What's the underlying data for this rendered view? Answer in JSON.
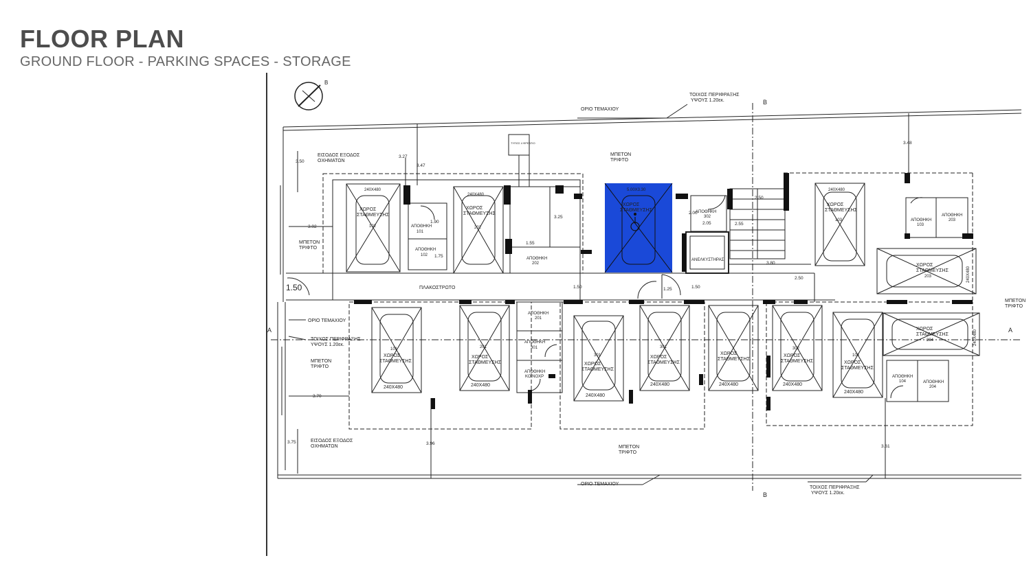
{
  "header": {
    "title": "FLOOR PLAN",
    "subtitle": "GROUND FLOOR - PARKING SPACES - STORAGE"
  },
  "colors": {
    "highlight": "#1a49d8",
    "line": "#222222",
    "title": "#4d4d4d"
  },
  "plan": {
    "labels": {
      "boundary_top": "ΟΡΙΟ ΤΕΜΑΧΙΟΥ",
      "boundary_left": "ΟΡΙΟ ΤΕΜΑΧΙΟΥ",
      "boundary_bottom": "ΟΡΙΟ ΤΕΜΑΧΙΟΥ",
      "wall_top_1": "ΤΟΙΧΟΣ ΠΕΡΙΦΡΑΞΗΣ",
      "wall_top_2": "ΥΨΟΥΣ 1.20εκ.",
      "wall_left_1": "ΤΟΙΧΟΣ ΠΕΡΙΦΡΑΞΗΣ",
      "wall_left_2": "ΥΨΟΥΣ 1.20εκ.",
      "wall_bottom_1": "ΤΟΙΧΟΣ ΠΕΡΙΦΡΑΞΗΣ",
      "wall_bottom_2": "ΥΨΟΥΣ 1.20εκ.",
      "entrance_top_1": "ΕΙΣΟΔΟΣ ΕΞΟΔΟΣ",
      "entrance_top_2": "ΟΧΗΜΑΤΩΝ",
      "entrance_bottom_1": "ΕΙΣΟΔΟΣ ΕΞΟΔΟΣ",
      "entrance_bottom_2": "ΟΧΗΜΑΤΩΝ",
      "concrete_1": "ΜΠΕΤΟΝ",
      "concrete_2": "ΤΡΙΦΤΟ",
      "paving": "ΠΛΑΚΟΣΤΡΩΤΟ",
      "lift": "ΑΝΕΛΚΥΣΤΗΡΑΣ",
      "section_a": "A",
      "section_b": "B",
      "north": "B",
      "bin": "ΤΥΠΟΣ 4 ΦΡΕΑΤΙΟ",
      "size_label": "240X480",
      "size_label_rot": "240X480",
      "disabled_size": "5.00X3.30",
      "door_width": "1.50",
      "parking_1": "ΧΩΡΟΣ",
      "parking_2": "ΣΤΑΘΜΕΥΣΗΣ"
    },
    "spaces_top": [
      "102",
      "202",
      "103"
    ],
    "spaces_bottom": [
      "101",
      "201",
      "301",
      "301",
      "",
      "302",
      "104"
    ],
    "spaces_right": [
      "203",
      "204"
    ],
    "storage": [
      {
        "name": "ΑΠΟΘΗΚΗ",
        "num": "101"
      },
      {
        "name": "ΑΠΟΘΗΚΗ",
        "num": "102"
      },
      {
        "name": "ΑΠΟΘΗΚΗ",
        "num": "202"
      },
      {
        "name": "ΑΠΟΘΗΚΗ",
        "num": "302"
      },
      {
        "name": "ΑΠΟΘΗΚΗ",
        "num": "103"
      },
      {
        "name": "ΑΠΟΘΗΚΗ",
        "num": "203"
      },
      {
        "name": "ΑΠΟΘΗΚΗ",
        "num": "201"
      },
      {
        "name": "ΑΠΟΘΗΚΗ",
        "num": "301"
      },
      {
        "name": "ΑΠΟΘΗΚΗ",
        "num": "ΚΟΙΝΟΧΡ"
      },
      {
        "name": "ΑΠΟΘΗΚΗ",
        "num": "104"
      },
      {
        "name": "ΑΠΟΘΗΚΗ",
        "num": "204"
      }
    ],
    "dims": {
      "d350": "3.50",
      "d327": "3.27",
      "d347": "3.47",
      "d302": "3.02",
      "d370": "3.70",
      "d375": "3.75",
      "d396": "3.96",
      "d361": "3.61",
      "d348": "3.48",
      "d380": "3.80",
      "d250": "2.50",
      "d255": "2.55",
      "d150": "1.50",
      "d125": "1.25",
      "d190": "1.90",
      "d175": "1.75",
      "d325": "3.25",
      "d155": "1.55",
      "d205": "2.05",
      "d200": "2.00"
    }
  }
}
